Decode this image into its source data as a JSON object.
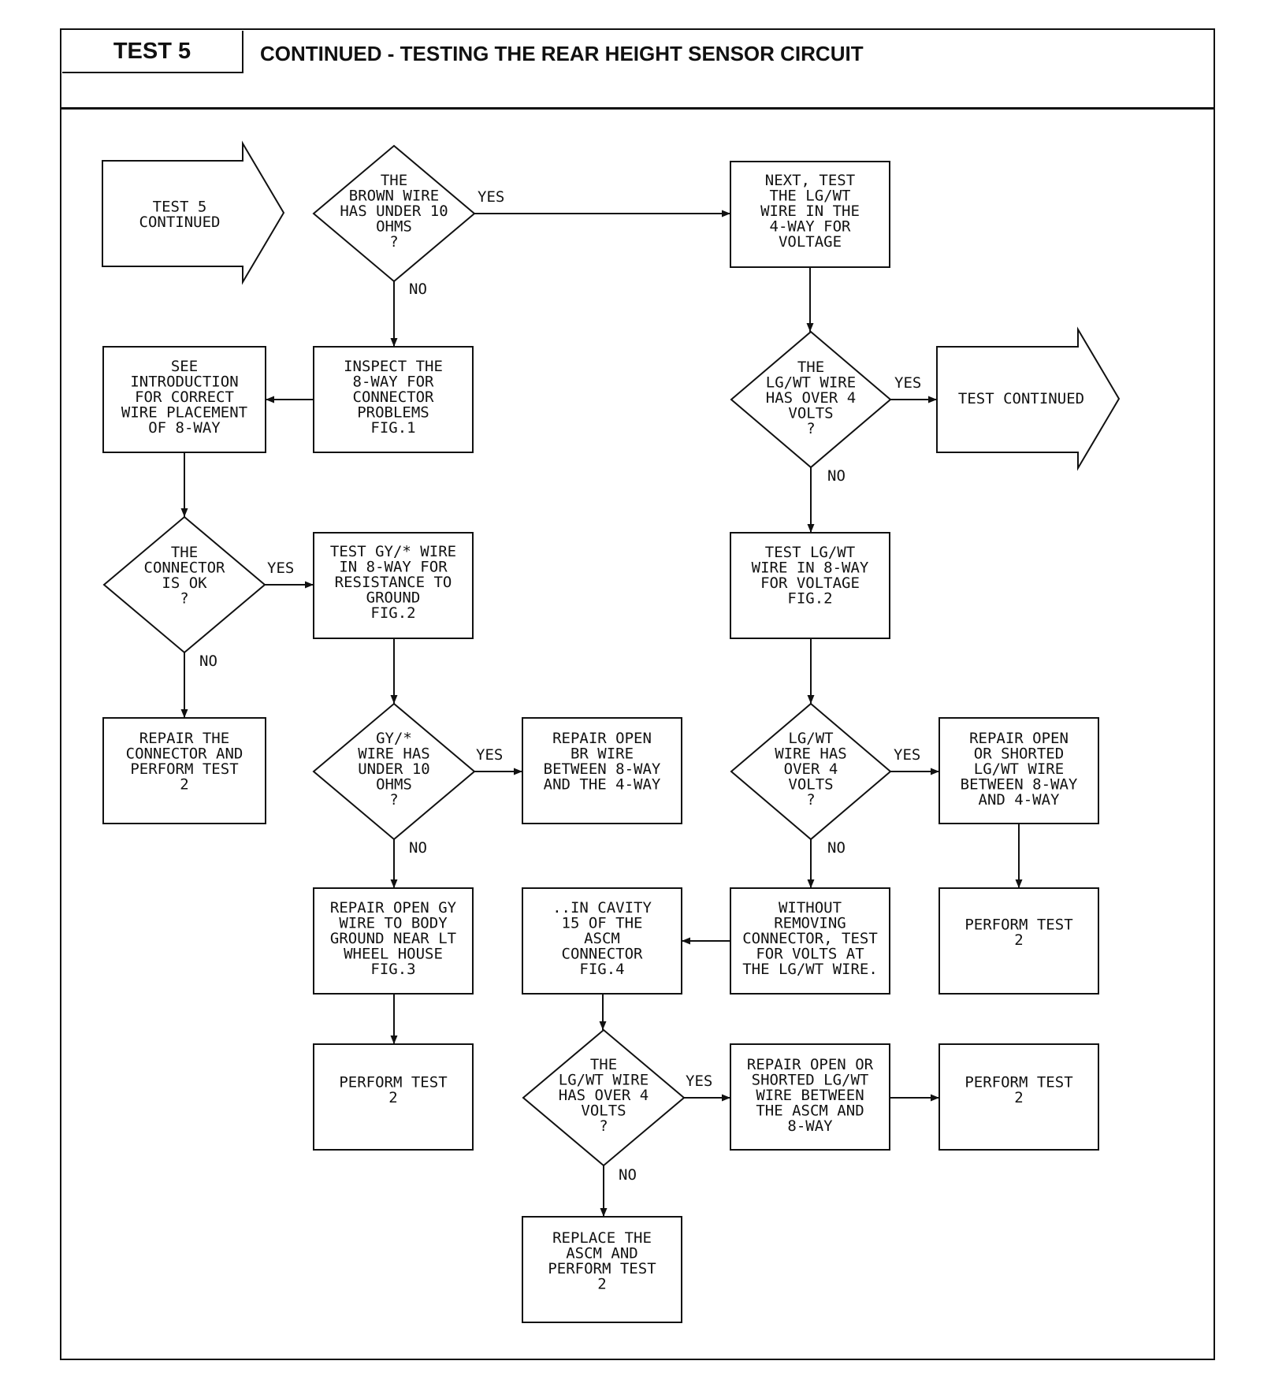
{
  "header": {
    "test_label": "TEST 5",
    "title": "CONTINUED - TESTING THE REAR HEIGHT SENSOR CIRCUIT"
  },
  "diagram": {
    "entry": [
      "TEST 5",
      "CONTINUED"
    ],
    "d_brown": [
      "THE",
      "BROWN WIRE",
      "HAS UNDER 10",
      "OHMS",
      "?"
    ],
    "b_next": [
      "NEXT, TEST",
      "THE LG/WT",
      "WIRE IN THE",
      "4-WAY FOR",
      "VOLTAGE"
    ],
    "b_inspect": [
      "INSPECT THE",
      "8-WAY FOR",
      "CONNECTOR",
      "PROBLEMS",
      "FIG.1"
    ],
    "b_see": [
      "SEE",
      "INTRODUCTION",
      "FOR CORRECT",
      "WIRE PLACEMENT",
      "OF 8-WAY"
    ],
    "d_lgwt_4way": [
      "THE",
      "LG/WT WIRE",
      "HAS OVER 4",
      "VOLTS",
      "?"
    ],
    "exit": [
      "TEST CONTINUED"
    ],
    "d_connector": [
      "THE",
      "CONNECTOR",
      "IS OK",
      "?"
    ],
    "b_test_gy": [
      "TEST GY/* WIRE",
      "IN 8-WAY FOR",
      "RESISTANCE TO",
      "GROUND",
      "FIG.2"
    ],
    "b_test_lgwt": [
      "TEST LG/WT",
      "WIRE IN 8-WAY",
      "FOR VOLTAGE",
      "FIG.2"
    ],
    "b_repair_conn": [
      "REPAIR THE",
      "CONNECTOR AND",
      "PERFORM TEST",
      "2"
    ],
    "d_gy": [
      "GY/*",
      "WIRE HAS",
      "UNDER 10",
      "OHMS",
      "?"
    ],
    "b_repair_br": [
      "REPAIR OPEN",
      "BR WIRE",
      "BETWEEN 8-WAY",
      "AND THE 4-WAY"
    ],
    "d_lgwt_8way": [
      "LG/WT",
      "WIRE HAS",
      "OVER 4",
      "VOLTS",
      "?"
    ],
    "b_repair_lgwt": [
      "REPAIR OPEN",
      "OR SHORTED",
      "LG/WT WIRE",
      "BETWEEN 8-WAY",
      "AND 4-WAY"
    ],
    "b_repair_gy": [
      "REPAIR OPEN GY",
      "WIRE TO BODY",
      "GROUND NEAR LT",
      "WHEEL HOUSE",
      "FIG.3"
    ],
    "b_cavity": [
      "..IN CAVITY",
      "15 OF THE",
      "ASCM",
      "CONNECTOR",
      "FIG.4"
    ],
    "b_without": [
      "WITHOUT",
      "REMOVING",
      "CONNECTOR, TEST",
      "FOR VOLTS AT",
      "THE LG/WT WIRE."
    ],
    "b_perform_a": [
      "PERFORM TEST",
      "2"
    ],
    "b_perform_b": [
      "PERFORM TEST",
      "2"
    ],
    "d_lgwt_ascm": [
      "THE",
      "LG/WT WIRE",
      "HAS OVER 4",
      "VOLTS",
      "?"
    ],
    "b_repair_ascm": [
      "REPAIR OPEN OR",
      "SHORTED LG/WT",
      "WIRE BETWEEN",
      "THE ASCM AND",
      "8-WAY"
    ],
    "b_perform_c": [
      "PERFORM TEST",
      "2"
    ],
    "b_replace": [
      "REPLACE THE",
      "ASCM AND",
      "PERFORM TEST",
      "2"
    ],
    "labels": {
      "yes": "YES",
      "no": "NO"
    }
  }
}
